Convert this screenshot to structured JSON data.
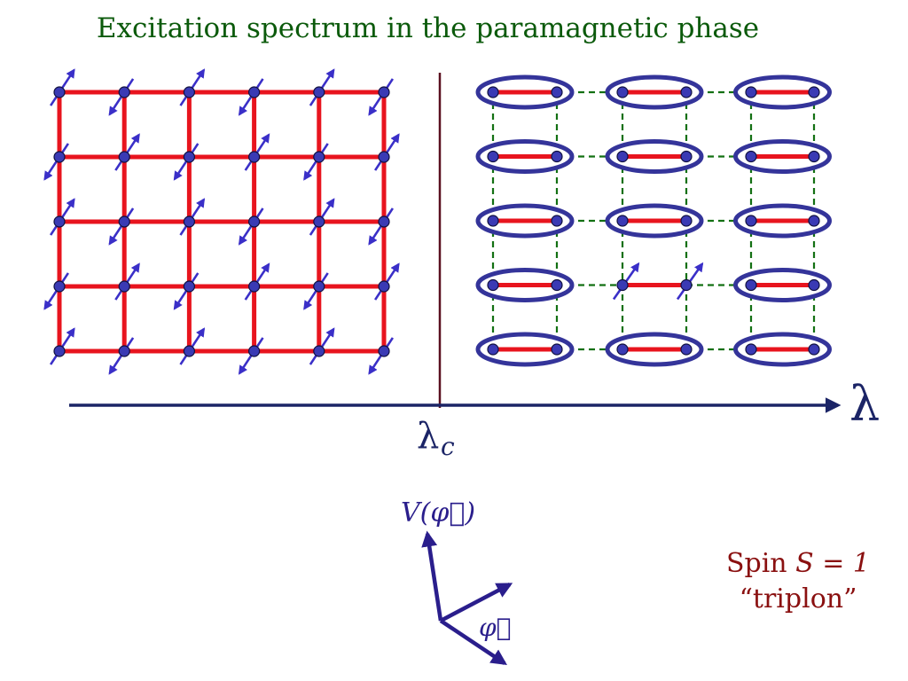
{
  "title": "Excitation spectrum in the paramagnetic phase",
  "axis": {
    "lambda_label": "λ",
    "critical_label": "λ",
    "critical_sub": "c"
  },
  "potential": {
    "v_label": "V(φ⃗)",
    "phi_label": "φ⃗"
  },
  "spin": {
    "line1_prefix": "Spin ",
    "line1_math": "S = 1",
    "line2": "“triplon”"
  },
  "colors": {
    "bond": "#e8141e",
    "site": "#3a3ab4",
    "arrow": "#3a2fc8",
    "dashed": "#137013",
    "axis": "#1b2466",
    "divider": "#5a1020",
    "dimer_ellipse": "#34349a",
    "title": "#0b5a0b",
    "spin_text": "#8a1010"
  },
  "left_lattice": {
    "rows": 5,
    "cols": 6,
    "phase": "antiferromagnet"
  },
  "right_lattice": {
    "rows": 5,
    "dimer_columns": 3,
    "phase": "dimerized",
    "excited_dimer": {
      "row": 4,
      "column": 2
    }
  }
}
